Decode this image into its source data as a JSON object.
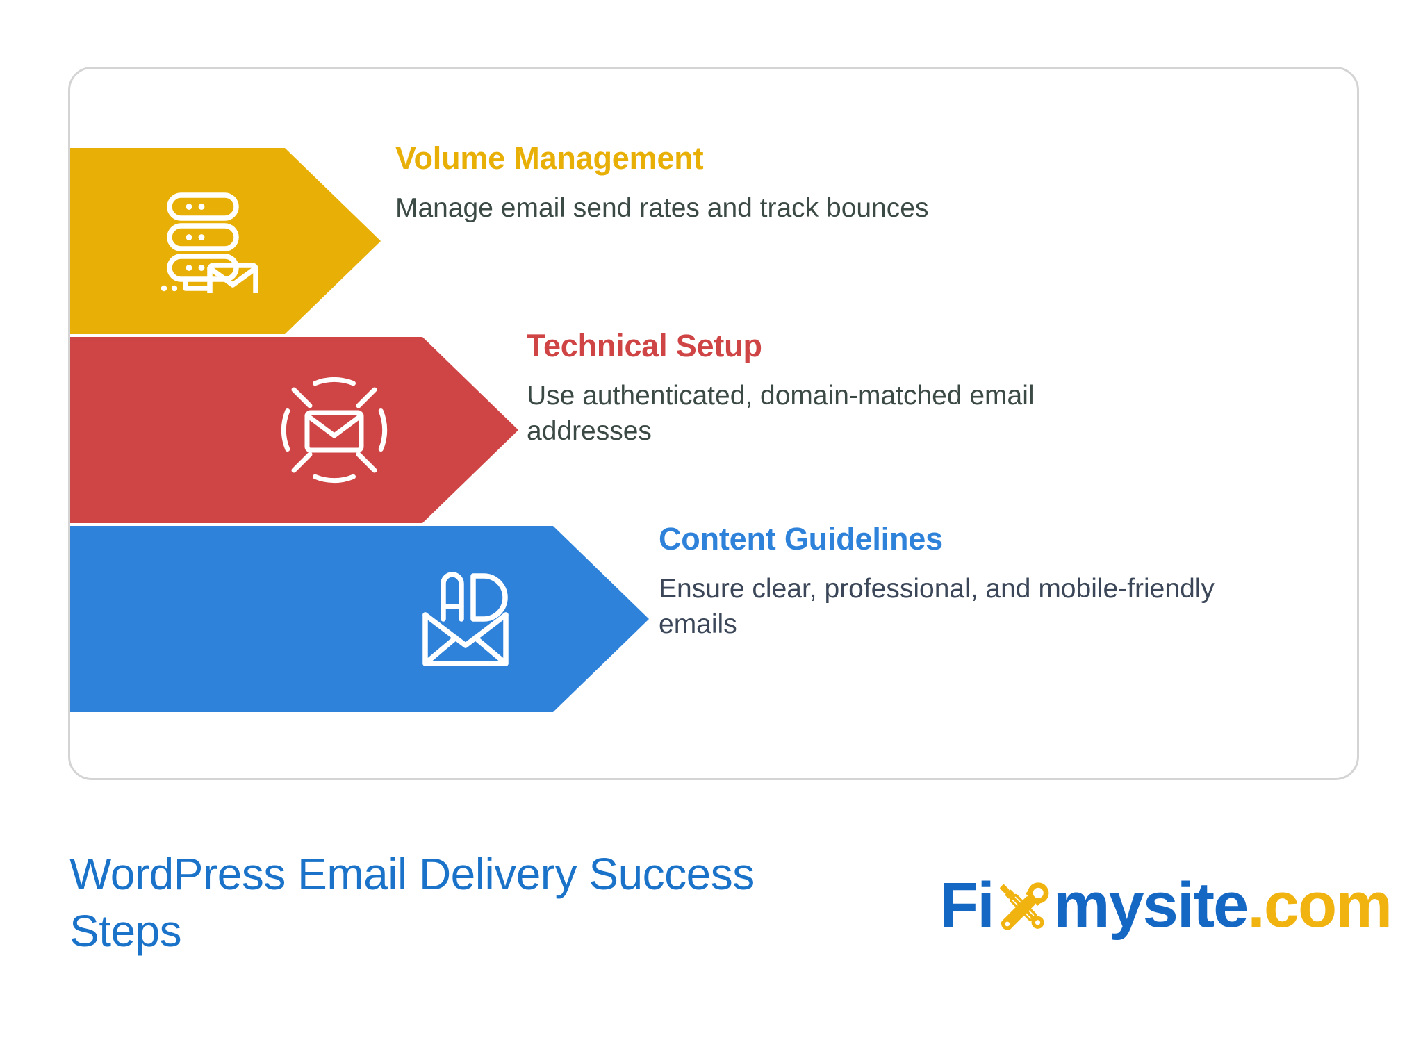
{
  "infographic": {
    "title": "WordPress Email Delivery Success Steps",
    "title_line_1": "WordPress Email Delivery Success",
    "title_line_2": "Steps",
    "steps": [
      {
        "id": "volume-management",
        "heading": "Volume Management",
        "description": "Manage email send rates and track bounces",
        "color": "#e8af07",
        "icon": "server-email-icon"
      },
      {
        "id": "technical-setup",
        "heading": "Technical Setup",
        "description": "Use authenticated, domain-matched email addresses",
        "color": "#cf4444",
        "icon": "email-authentication-icon"
      },
      {
        "id": "content-guidelines",
        "heading": "Content Guidelines",
        "description": "Ensure clear, professional, and mobile-friendly emails",
        "color": "#2e82d9",
        "icon": "ad-envelope-icon"
      }
    ]
  },
  "brand": {
    "logo_part_1": "Fi",
    "logo_mark": "wrench-screwdriver-x-icon",
    "logo_part_2": "mysite",
    "logo_part_3": ".com",
    "logo_blue": "#1567c4",
    "logo_gold": "#f0b310"
  }
}
